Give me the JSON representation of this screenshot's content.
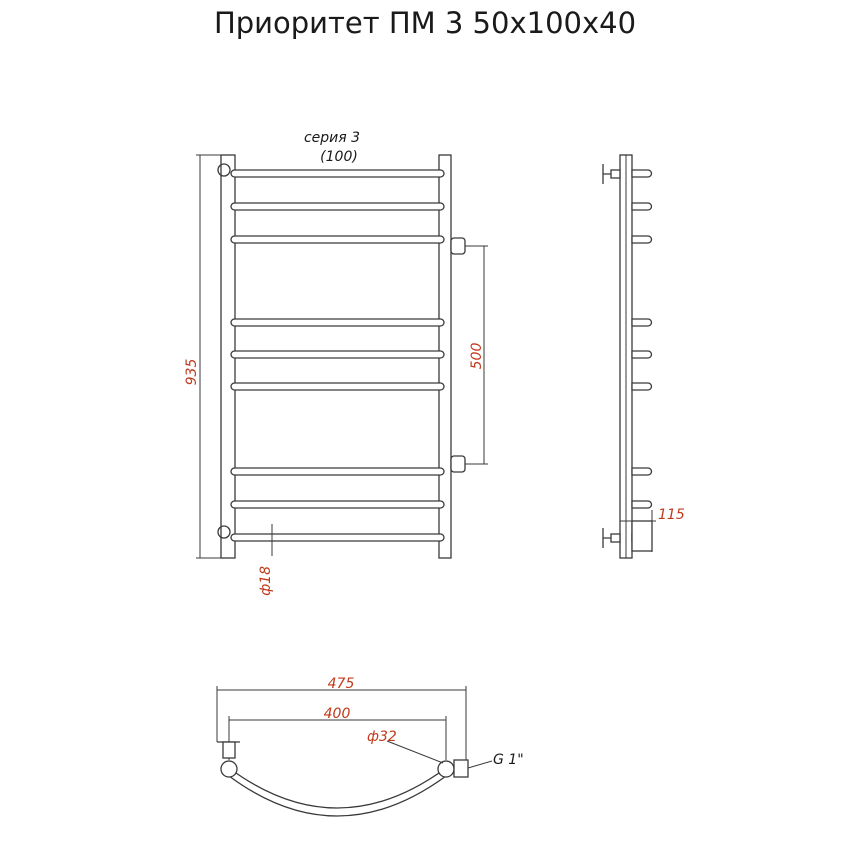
{
  "title": "Приоритет ПМ 3 50х100х40",
  "front_view": {
    "series_label": "серия 3",
    "series_code": "(100)",
    "dim_height": "935",
    "dim_center_distance": "500",
    "dim_bar_diameter": "ф18"
  },
  "side_view": {
    "dim_wall_offset": "115"
  },
  "top_view": {
    "dim_total_width": "475",
    "dim_axis_width": "400",
    "dim_pipe_diameter": "ф32",
    "dim_thread": "G 1\""
  },
  "colors": {
    "dimension_text": "#c0391b",
    "lines": "#3a3a3a"
  }
}
